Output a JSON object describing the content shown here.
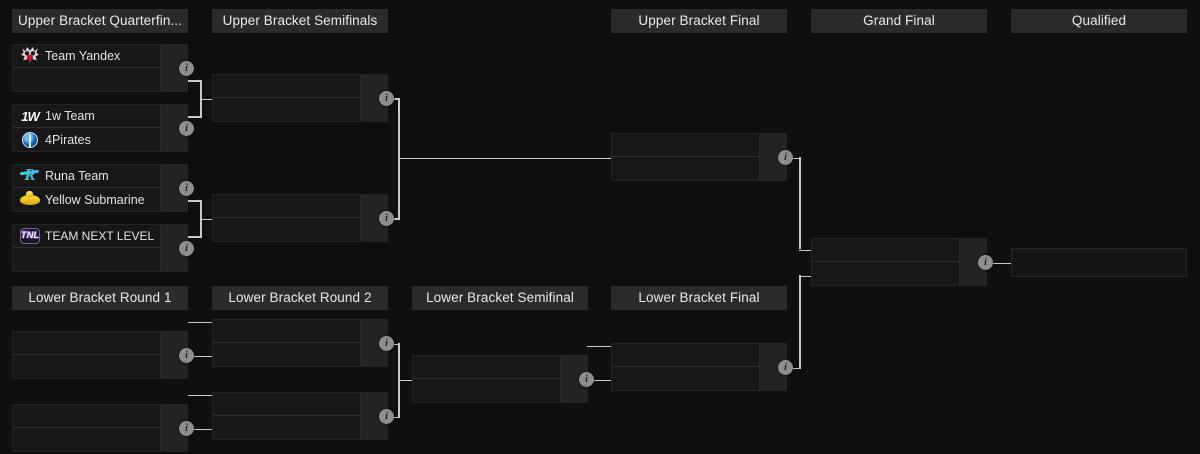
{
  "theme": {
    "page_bg": "#0f0f0f",
    "header_bg": "#2b2b2b",
    "match_bg": "#171717",
    "scorebar_bg": "#232323",
    "line_color": "#c9c9c9",
    "text_color": "#e2e2e2",
    "badge_bg": "#8e8e8e"
  },
  "rounds": {
    "ub_qf": "Upper Bracket Quarterfin...",
    "ub_sf": "Upper Bracket Semifinals",
    "ub_f": "Upper Bracket Final",
    "gf": "Grand Final",
    "qualified": "Qualified",
    "lb_r1": "Lower Bracket Round 1",
    "lb_r2": "Lower Bracket Round 2",
    "lb_sf": "Lower Bracket Semifinal",
    "lb_f": "Lower Bracket Final"
  },
  "icons": {
    "info": "i"
  },
  "matches": {
    "ubqf1": {
      "top": "Team Yandex",
      "bottom": "",
      "top_logo": "yandex",
      "bottom_logo": ""
    },
    "ubqf2": {
      "top": "1w Team",
      "bottom": "4Pirates",
      "top_logo": "onew",
      "bottom_logo": "pirates"
    },
    "ubqf3": {
      "top": "Runa Team",
      "bottom": "Yellow Submarine",
      "top_logo": "runa",
      "bottom_logo": "ysub"
    },
    "ubqf4": {
      "top": "TEAM NEXT LEVEL",
      "bottom": "",
      "top_logo": "tnl",
      "bottom_logo": ""
    },
    "ubsf1": {
      "top": "",
      "bottom": ""
    },
    "ubsf2": {
      "top": "",
      "bottom": ""
    },
    "ubf1": {
      "top": "",
      "bottom": ""
    },
    "gf1": {
      "top": "",
      "bottom": ""
    },
    "qual1": {
      "top": ""
    },
    "lbr1m1": {
      "top": "",
      "bottom": ""
    },
    "lbr1m2": {
      "top": "",
      "bottom": ""
    },
    "lbr2m1": {
      "top": "",
      "bottom": ""
    },
    "lbr2m2": {
      "top": "",
      "bottom": ""
    },
    "lbsf1": {
      "top": "",
      "bottom": ""
    },
    "lbf1": {
      "top": "",
      "bottom": ""
    }
  }
}
